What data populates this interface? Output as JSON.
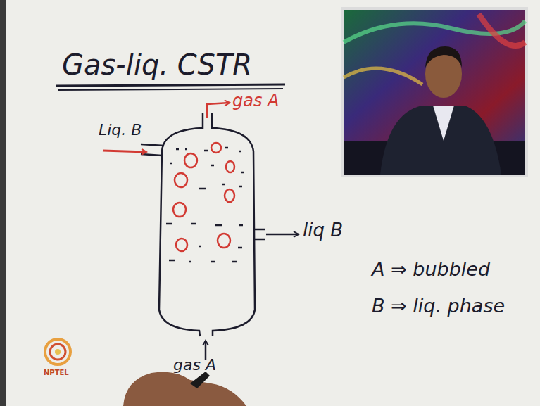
{
  "diagram": {
    "title": "Gas-liq. CSTR",
    "labels": [
      "gas A",
      "Liq. B",
      "liq B",
      "gas A",
      "A ⇒ bubbled",
      "B ⇒ liq. phase",
      "NPTEL"
    ]
  }
}
